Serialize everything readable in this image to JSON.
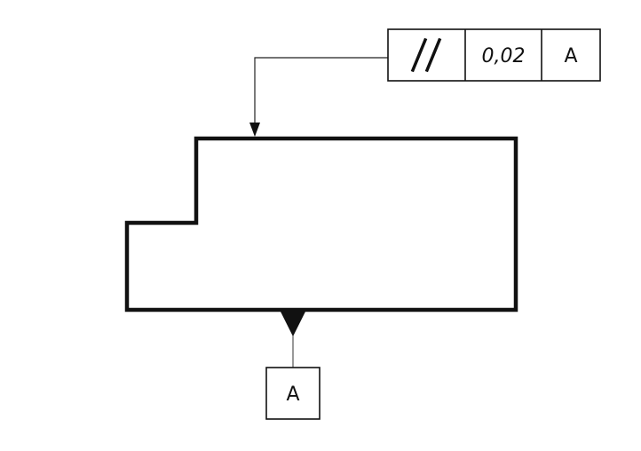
{
  "feature_control_frame": {
    "characteristic": "parallelism",
    "symbol_icon": "parallelism-icon",
    "tolerance": "0,02",
    "datum_reference": "A"
  },
  "datum_feature": {
    "letter": "A"
  },
  "colors": {
    "line": "#111111",
    "background": "#ffffff"
  }
}
